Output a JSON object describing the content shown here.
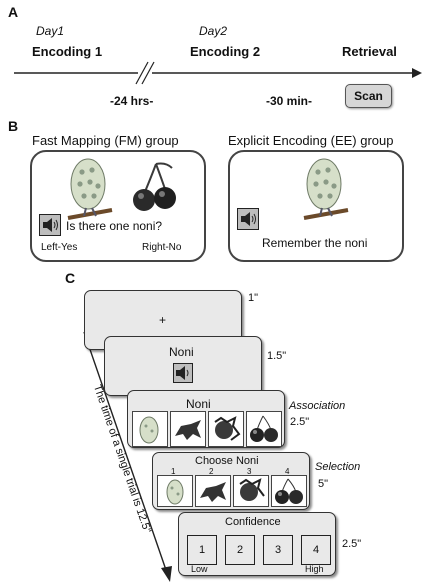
{
  "panel_a": {
    "letter": "A",
    "day1": "Day1",
    "day2": "Day2",
    "encoding1": "Encoding 1",
    "encoding2": "Encoding 2",
    "retrieval": "Retrieval",
    "gap1": "-24 hrs-",
    "gap2": "-30 min-",
    "scan": "Scan"
  },
  "panel_b": {
    "letter": "B",
    "fm_title": "Fast Mapping (FM) group",
    "ee_title": "Explicit Encoding (EE) group",
    "fm_question": "Is there one noni?",
    "fm_left": "Left-Yes",
    "fm_right": "Right-No",
    "ee_instruction": "Remember the noni"
  },
  "panel_c": {
    "letter": "C",
    "fixation": "+",
    "card2_word": "Noni",
    "card3_word": "Noni",
    "card4_title": "Choose Noni",
    "choice_numbers": [
      "1",
      "2",
      "3",
      "4"
    ],
    "card5_title": "Confidence",
    "confidence_numbers": [
      "1",
      "2",
      "3",
      "4"
    ],
    "low": "Low",
    "high": "High",
    "durations": [
      "1\"",
      "1.5\"",
      "2.5\"",
      "5\"",
      "2.5\""
    ],
    "association": "Association",
    "selection": "Selection",
    "axis_label": "The time of a single trial is 12.5\""
  },
  "icons": [
    "speaker-icon",
    "noni-fruit-icon",
    "cherry-icon",
    "creature-icon"
  ]
}
